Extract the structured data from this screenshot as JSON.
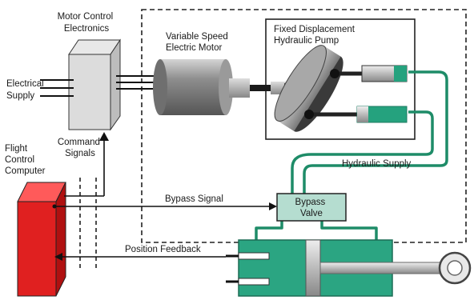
{
  "labels": {
    "motor_control_electronics": [
      "Motor Control",
      "Electronics"
    ],
    "electrical_supply": [
      "Electrical",
      "Supply"
    ],
    "command_signals": [
      "Command",
      "Signals"
    ],
    "flight_control_computer": [
      "Flight",
      "Control",
      "Computer"
    ],
    "variable_speed_motor": [
      "Variable Speed",
      "Electric Motor"
    ],
    "fixed_displacement_pump": [
      "Fixed Displacement",
      "Hydraulic Pump"
    ],
    "hydraulic_supply": "Hydraulic Supply",
    "bypass_signal": "Bypass Signal",
    "bypass_valve": [
      "Bypass",
      "Valve"
    ],
    "position_feedback": "Position Feedback"
  },
  "colors": {
    "hydraulic_line": "#1e8c68",
    "computer_red": "#e02020",
    "valve_fill": "#b5ddd0",
    "cylinder_fill": "#2ba582",
    "pump_fill": "#25a27e"
  }
}
